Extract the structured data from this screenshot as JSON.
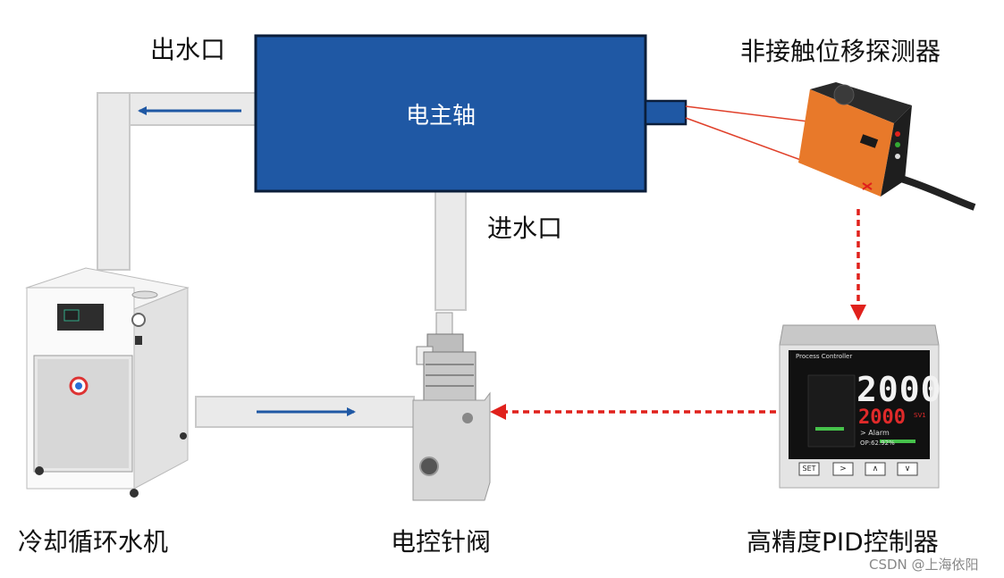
{
  "labels": {
    "outlet": "出水口",
    "inlet": "进水口",
    "spindle": "电主轴",
    "sensor": "非接触位移探测器",
    "chiller": "冷却循环水机",
    "valve": "电控针阀",
    "controller": "高精度PID控制器"
  },
  "controller_screen": {
    "header": "Process Controller",
    "pv": "2000",
    "sv": "2000",
    "sv_tag": "SV1",
    "alarm": "> Alarm",
    "op": "OP:62.92%",
    "buttons": [
      "SET",
      ">",
      "∧",
      "∨"
    ]
  },
  "watermark": "CSDN @上海依阳",
  "colors": {
    "spindle": "#1f58a4",
    "flow_arrow": "#1f58a4",
    "signal_arrow": "#e0211c",
    "laser": "#e0402a"
  }
}
